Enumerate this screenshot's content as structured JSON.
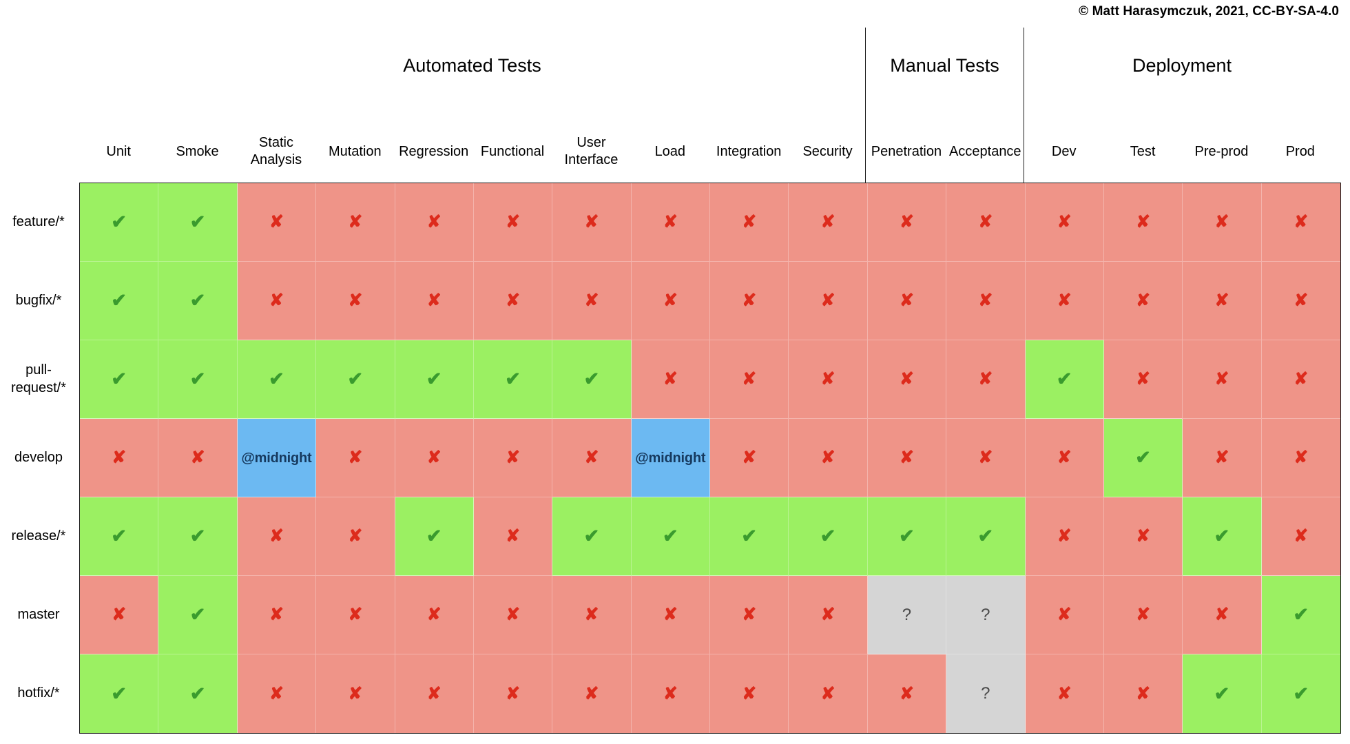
{
  "copyright": "© Matt Harasymczuk, 2021, CC-BY-SA-4.0",
  "groups": [
    {
      "label": "Automated Tests",
      "span": 10
    },
    {
      "label": "Manual Tests",
      "span": 2
    },
    {
      "label": "Deployment",
      "span": 4
    }
  ],
  "columns": [
    "Unit",
    "Smoke",
    "Static Analysis",
    "Mutation",
    "Regression",
    "Functional",
    "User Interface",
    "Load",
    "Integration",
    "Security",
    "Penetration",
    "Acceptance",
    "Dev",
    "Test",
    "Pre-prod",
    "Prod"
  ],
  "rows": [
    "feature/*",
    "bugfix/*",
    "pull-request/*",
    "develop",
    "release/*",
    "master",
    "hotfix/*"
  ],
  "legend": {
    "pass_glyph": "✔",
    "fail_glyph": "✘",
    "unknown_glyph": "?",
    "scheduled_label": "@midnight"
  },
  "colors": {
    "pass_bg": "#9bf062",
    "fail_bg": "#ef9488",
    "scheduled_bg": "#6cb9f2",
    "unknown_bg": "#d5d5d5",
    "pass_mark": "#3a9b2e",
    "fail_mark": "#dd2b1c",
    "unknown_mark": "#4a4a4a",
    "scheduled_text": "#16395e",
    "border": "#1b1b1b"
  },
  "matrix": [
    [
      "pass",
      "pass",
      "fail",
      "fail",
      "fail",
      "fail",
      "fail",
      "fail",
      "fail",
      "fail",
      "fail",
      "fail",
      "fail",
      "fail",
      "fail",
      "fail"
    ],
    [
      "pass",
      "pass",
      "fail",
      "fail",
      "fail",
      "fail",
      "fail",
      "fail",
      "fail",
      "fail",
      "fail",
      "fail",
      "fail",
      "fail",
      "fail",
      "fail"
    ],
    [
      "pass",
      "pass",
      "pass",
      "pass",
      "pass",
      "pass",
      "pass",
      "fail",
      "fail",
      "fail",
      "fail",
      "fail",
      "pass",
      "fail",
      "fail",
      "fail"
    ],
    [
      "fail",
      "fail",
      "scheduled",
      "fail",
      "fail",
      "fail",
      "fail",
      "scheduled",
      "fail",
      "fail",
      "fail",
      "fail",
      "fail",
      "pass",
      "fail",
      "fail"
    ],
    [
      "pass",
      "pass",
      "fail",
      "fail",
      "pass",
      "fail",
      "pass",
      "pass",
      "pass",
      "pass",
      "pass",
      "pass",
      "fail",
      "fail",
      "pass",
      "fail"
    ],
    [
      "fail",
      "pass",
      "fail",
      "fail",
      "fail",
      "fail",
      "fail",
      "fail",
      "fail",
      "fail",
      "unknown",
      "unknown",
      "fail",
      "fail",
      "fail",
      "pass"
    ],
    [
      "pass",
      "pass",
      "fail",
      "fail",
      "fail",
      "fail",
      "fail",
      "fail",
      "fail",
      "fail",
      "fail",
      "unknown",
      "fail",
      "fail",
      "pass",
      "pass"
    ]
  ]
}
